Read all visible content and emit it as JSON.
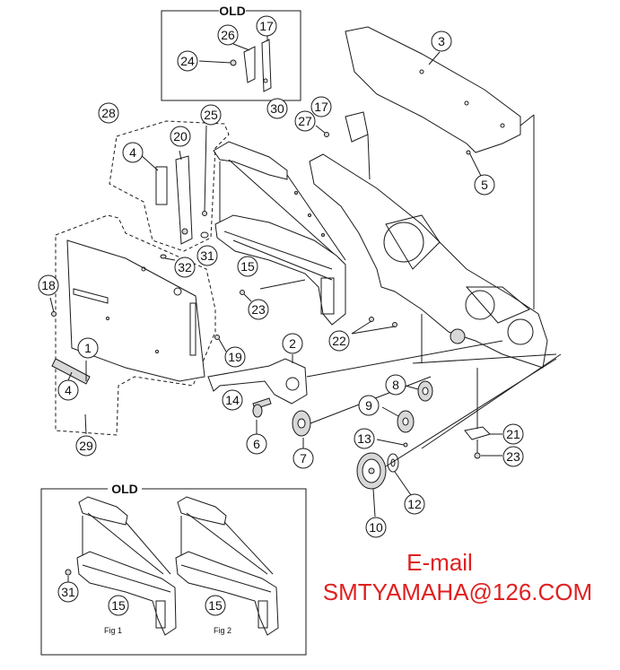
{
  "boxes": {
    "old_top_label": "OLD",
    "old_bottom_label": "OLD"
  },
  "figures": {
    "fig1_label": "Fig 1",
    "fig2_label": "Fig 2"
  },
  "callouts": {
    "c1": "1",
    "c2": "2",
    "c3": "3",
    "c4a": "4",
    "c4b": "4",
    "c5": "5",
    "c6": "6",
    "c7": "7",
    "c8": "8",
    "c9": "9",
    "c10": "10",
    "c12": "12",
    "c13": "13",
    "c14": "14",
    "c15a": "15",
    "c15b": "15",
    "c15c": "15",
    "c17a": "17",
    "c17b": "17",
    "c18": "18",
    "c19": "19",
    "c20": "20",
    "c21": "21",
    "c22": "22",
    "c23a": "23",
    "c23b": "23",
    "c24": "24",
    "c25": "25",
    "c26": "26",
    "c27": "27",
    "c28": "28",
    "c29": "29",
    "c30": "30",
    "c31a": "31",
    "c31b": "31",
    "c32": "32"
  },
  "contact": {
    "label": "E-mail",
    "address": "SMTYAMAHA@126.COM"
  },
  "colors": {
    "line": "#1a1a1a",
    "contact_text": "#e02020"
  }
}
